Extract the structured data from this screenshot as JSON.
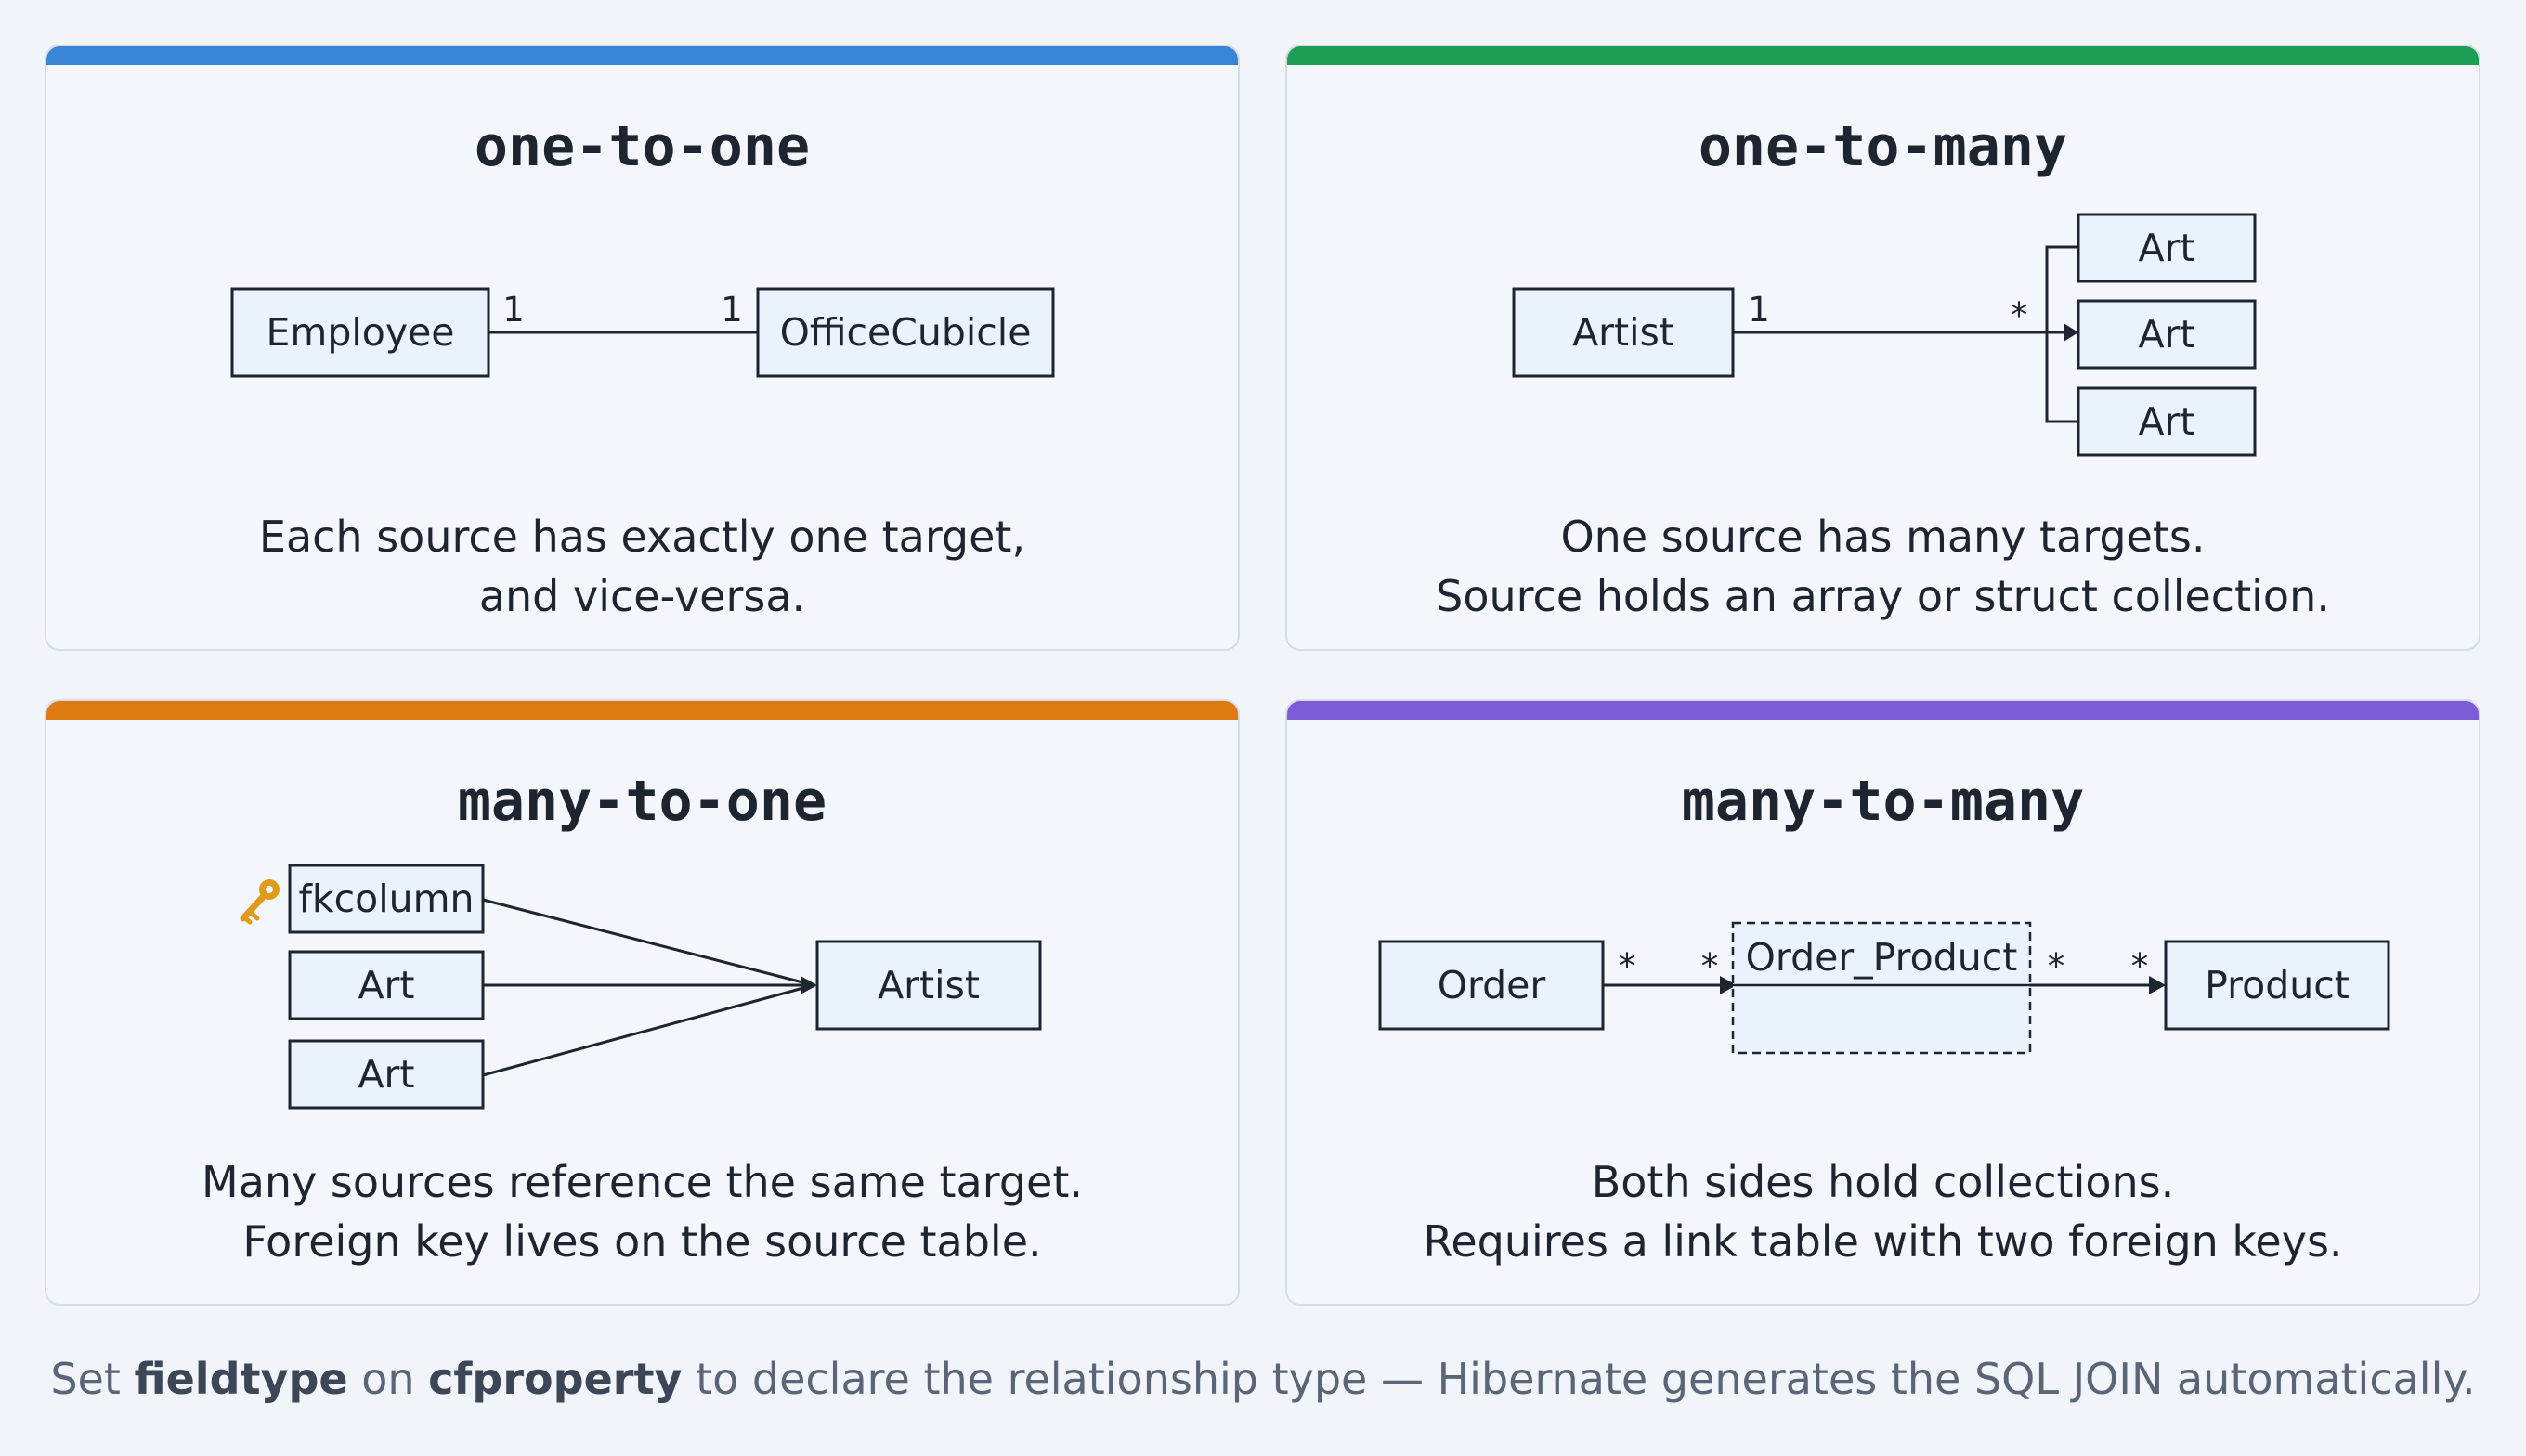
{
  "colors": {
    "one_to_one": "#3a86d6",
    "one_to_many": "#1e9e55",
    "many_to_one": "#de7a12",
    "many_to_many": "#7b5bd6",
    "key_icon": "#e09a1c"
  },
  "panels": {
    "one_to_one": {
      "title": "one-to-one",
      "left_entity": "Employee",
      "right_entity": "OfficeCubicle",
      "left_mult": "1",
      "right_mult": "1",
      "desc_line1": "Each source has exactly one target,",
      "desc_line2": "and vice-versa."
    },
    "one_to_many": {
      "title": "one-to-many",
      "source_entity": "Artist",
      "targets": [
        "Art",
        "Art",
        "Art"
      ],
      "source_mult": "1",
      "target_mult": "*",
      "desc_line1": "One source has many targets.",
      "desc_line2": "Source holds an array or struct collection."
    },
    "many_to_one": {
      "title": "many-to-one",
      "sources": [
        "fkcolumn",
        "Art",
        "Art"
      ],
      "target_entity": "Artist",
      "key_icon": "key-icon",
      "desc_line1": "Many sources reference the same target.",
      "desc_line2": "Foreign key lives on the source table."
    },
    "many_to_many": {
      "title": "many-to-many",
      "left_entity": "Order",
      "link_table": "Order_Product",
      "right_entity": "Product",
      "mults": [
        "*",
        "*",
        "*",
        "*"
      ],
      "desc_line1": "Both sides hold collections.",
      "desc_line2": "Requires a link table with two foreign keys."
    }
  },
  "footer": {
    "prefix": "Set ",
    "bold1": "fieldtype",
    "middle": " on ",
    "bold2": "cfproperty",
    "suffix": " to declare the relationship type — Hibernate generates the SQL JOIN automatically."
  }
}
